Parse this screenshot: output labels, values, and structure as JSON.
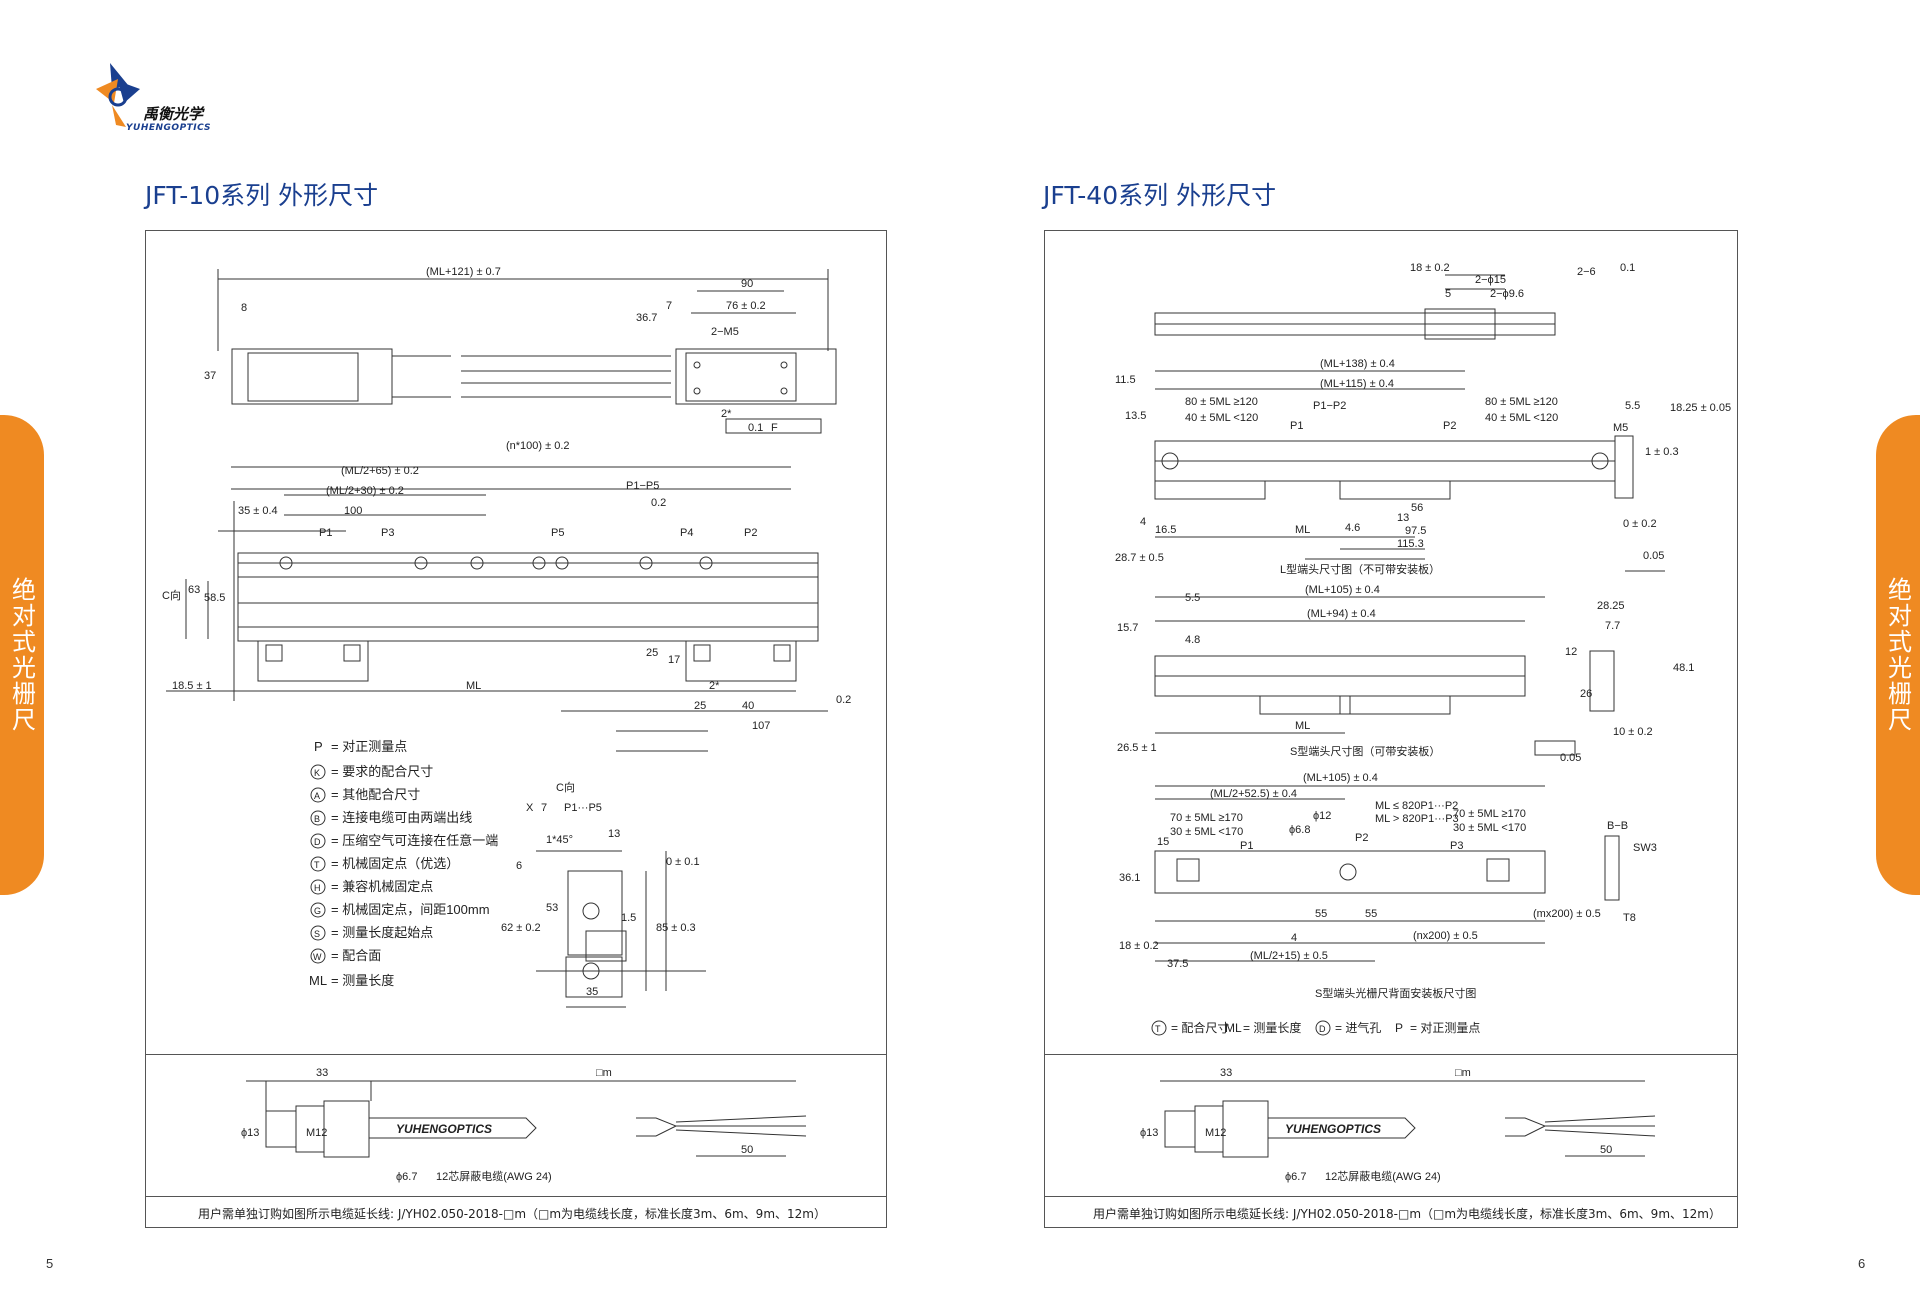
{
  "brand": {
    "name_cn": "禹衡光学",
    "name_en": "YUHENGOPTICS"
  },
  "side_tab": "绝对式光栅尺",
  "left": {
    "title": "JFT-10系列  外形尺寸",
    "footer": "用户需单独订购如图所示电缆延长线: J/YH02.050-2018-□m（□m为电缆线长度，标准长度3m、6m、9m、12m）",
    "page_number": "5",
    "dims": {
      "total": "(ML+121) ± 0.7",
      "d8": "8",
      "d90": "90",
      "d76": "76 ± 0.2",
      "d7": "7",
      "d36_7": "36.7",
      "m5": "2−M5",
      "d37": "37",
      "two_star": "2*",
      "tol_01": "0.1",
      "f": "F",
      "n100": "(n*100) ± 0.2",
      "ml2_65": "(ML/2+65) ± 0.2",
      "ml2_30": "(ML/2+30) ± 0.2",
      "d35": "35 ± 0.4",
      "d100": "100",
      "p1_p5": "P1−P5",
      "tol_02": "0.2",
      "p1": "P1",
      "p3": "P3",
      "p5": "P5",
      "p4": "P4",
      "p2": "P2",
      "c_dir": "C向",
      "d58_5": "58.5",
      "d63": "63",
      "d18_5": "18.5 ± 1",
      "ml": "ML",
      "d25": "25",
      "d17": "17",
      "d40": "40",
      "d107": "107",
      "x7": "7",
      "x": "X",
      "angle": "1*45°",
      "d13": "13",
      "d6": "6",
      "tol_0_1": "0 ± 0.1",
      "d62": "62 ± 0.2",
      "d53": "53",
      "d1_5": "1.5",
      "d85": "85 ± 0.3",
      "d35b": "35",
      "cview_p": "P1···P5"
    },
    "legend": [
      {
        "sym": "P",
        "text": "= 对正测量点"
      },
      {
        "sym": "K",
        "text": "= 要求的配合尺寸"
      },
      {
        "sym": "A",
        "text": "= 其他配合尺寸"
      },
      {
        "sym": "B",
        "text": "= 连接电缆可由两端出线"
      },
      {
        "sym": "D",
        "text": "= 压缩空气可连接在任意一端"
      },
      {
        "sym": "T",
        "text": "= 机械固定点（优选）"
      },
      {
        "sym": "H",
        "text": "= 兼容机械固定点"
      },
      {
        "sym": "G",
        "text": "= 机械固定点，间距100mm"
      },
      {
        "sym": "S",
        "text": "= 测量长度起始点"
      },
      {
        "sym": "W",
        "text": "= 配合面"
      },
      {
        "sym": "ML",
        "text": "= 测量长度"
      }
    ],
    "cable": {
      "d33": "33",
      "m": "□m",
      "phi13": "ϕ13",
      "m12": "M12",
      "d50": "50",
      "phi67": "ϕ6.7",
      "wire": "12芯屏蔽电缆(AWG 24)"
    }
  },
  "right": {
    "title": "JFT-40系列  外形尺寸",
    "footer": "用户需单独订购如图所示电缆延长线: J/YH02.050-2018-□m（□m为电缆线长度，标准长度3m、6m、9m、12m）",
    "page_number": "6",
    "dims": {
      "d18_02": "18 ± 0.2",
      "d5": "5",
      "phi15": "2−ϕ15",
      "phi96": "2−ϕ9.6",
      "d2_6": "2−6",
      "ml138": "(ML+138) ± 0.4",
      "ml115": "(ML+115) ± 0.4",
      "d11_5": "11.5",
      "d13_5": "13.5",
      "r80_120": "80 ± 5ML ≥120",
      "r40_120": "40 ± 5ML  <120",
      "p1_p2": "P1−P2",
      "d5_5": "5.5",
      "m5": "M5",
      "d18_25": "18.25 ± 0.05",
      "d1_03": "1 ± 0.3",
      "d0_02": "0 ± 0.2",
      "d0_05": "0.05",
      "d16_5": "16.5",
      "d4": "4",
      "d4_6": "4.6",
      "d13": "13",
      "d56": "56",
      "d97_5": "97.5",
      "d115_3": "115.3",
      "d28_7": "28.7 ± 0.5",
      "cap1": "L型端头尺寸图（不可带安装板）",
      "ml105": "(ML+105) ± 0.4",
      "ml94": "(ML+94) ± 0.4",
      "d28_25": "28.25",
      "d7_7": "7.7",
      "d15_7": "15.7",
      "d4_8": "4.8",
      "d12": "12",
      "d48_1": "48.1",
      "d26": "26",
      "d10_02": "10 ± 0.2",
      "d26_5": "26.5 ± 1",
      "cap2": "S型端头尺寸图（可带安装板）",
      "ml2_52": "(ML/2+52.5) ± 0.4",
      "r70_170": "70 ± 5ML ≥170",
      "r30_170": "30 ± 5ML  <170",
      "phi12": "ϕ12",
      "phi6_8": "ϕ6.8",
      "ml820_2": "ML ≤ 820P1···P2",
      "ml820_3": "ML > 820P1···P3",
      "d15": "15",
      "d36_1": "36.1",
      "d55": "55",
      "mx200": "(mx200) ± 0.5",
      "nx200": "(nx200) ± 0.5",
      "ml2_15": "(ML/2+15) ± 0.5",
      "d37_5": "37.5",
      "d18b": "18 ± 0.2",
      "bb": "B−B",
      "sw3": "SW3",
      "t8": "T8",
      "cap3": "S型端头光栅尺背面安装板尺寸图"
    },
    "legend": [
      {
        "sym": "T",
        "text": "= 配合尺寸"
      },
      {
        "sym": "ML",
        "text": "= 测量长度"
      },
      {
        "sym": "D",
        "text": "= 进气孔"
      },
      {
        "sym": "P",
        "text": "= 对正测量点"
      }
    ],
    "cable": {
      "d33": "33",
      "m": "□m",
      "phi13": "ϕ13",
      "m12": "M12",
      "d50": "50",
      "phi67": "ϕ6.7",
      "wire": "12芯屏蔽电缆(AWG 24)"
    }
  },
  "colors": {
    "accent": "#ef8a22",
    "title": "#1a3f8f",
    "line": "#333333"
  }
}
